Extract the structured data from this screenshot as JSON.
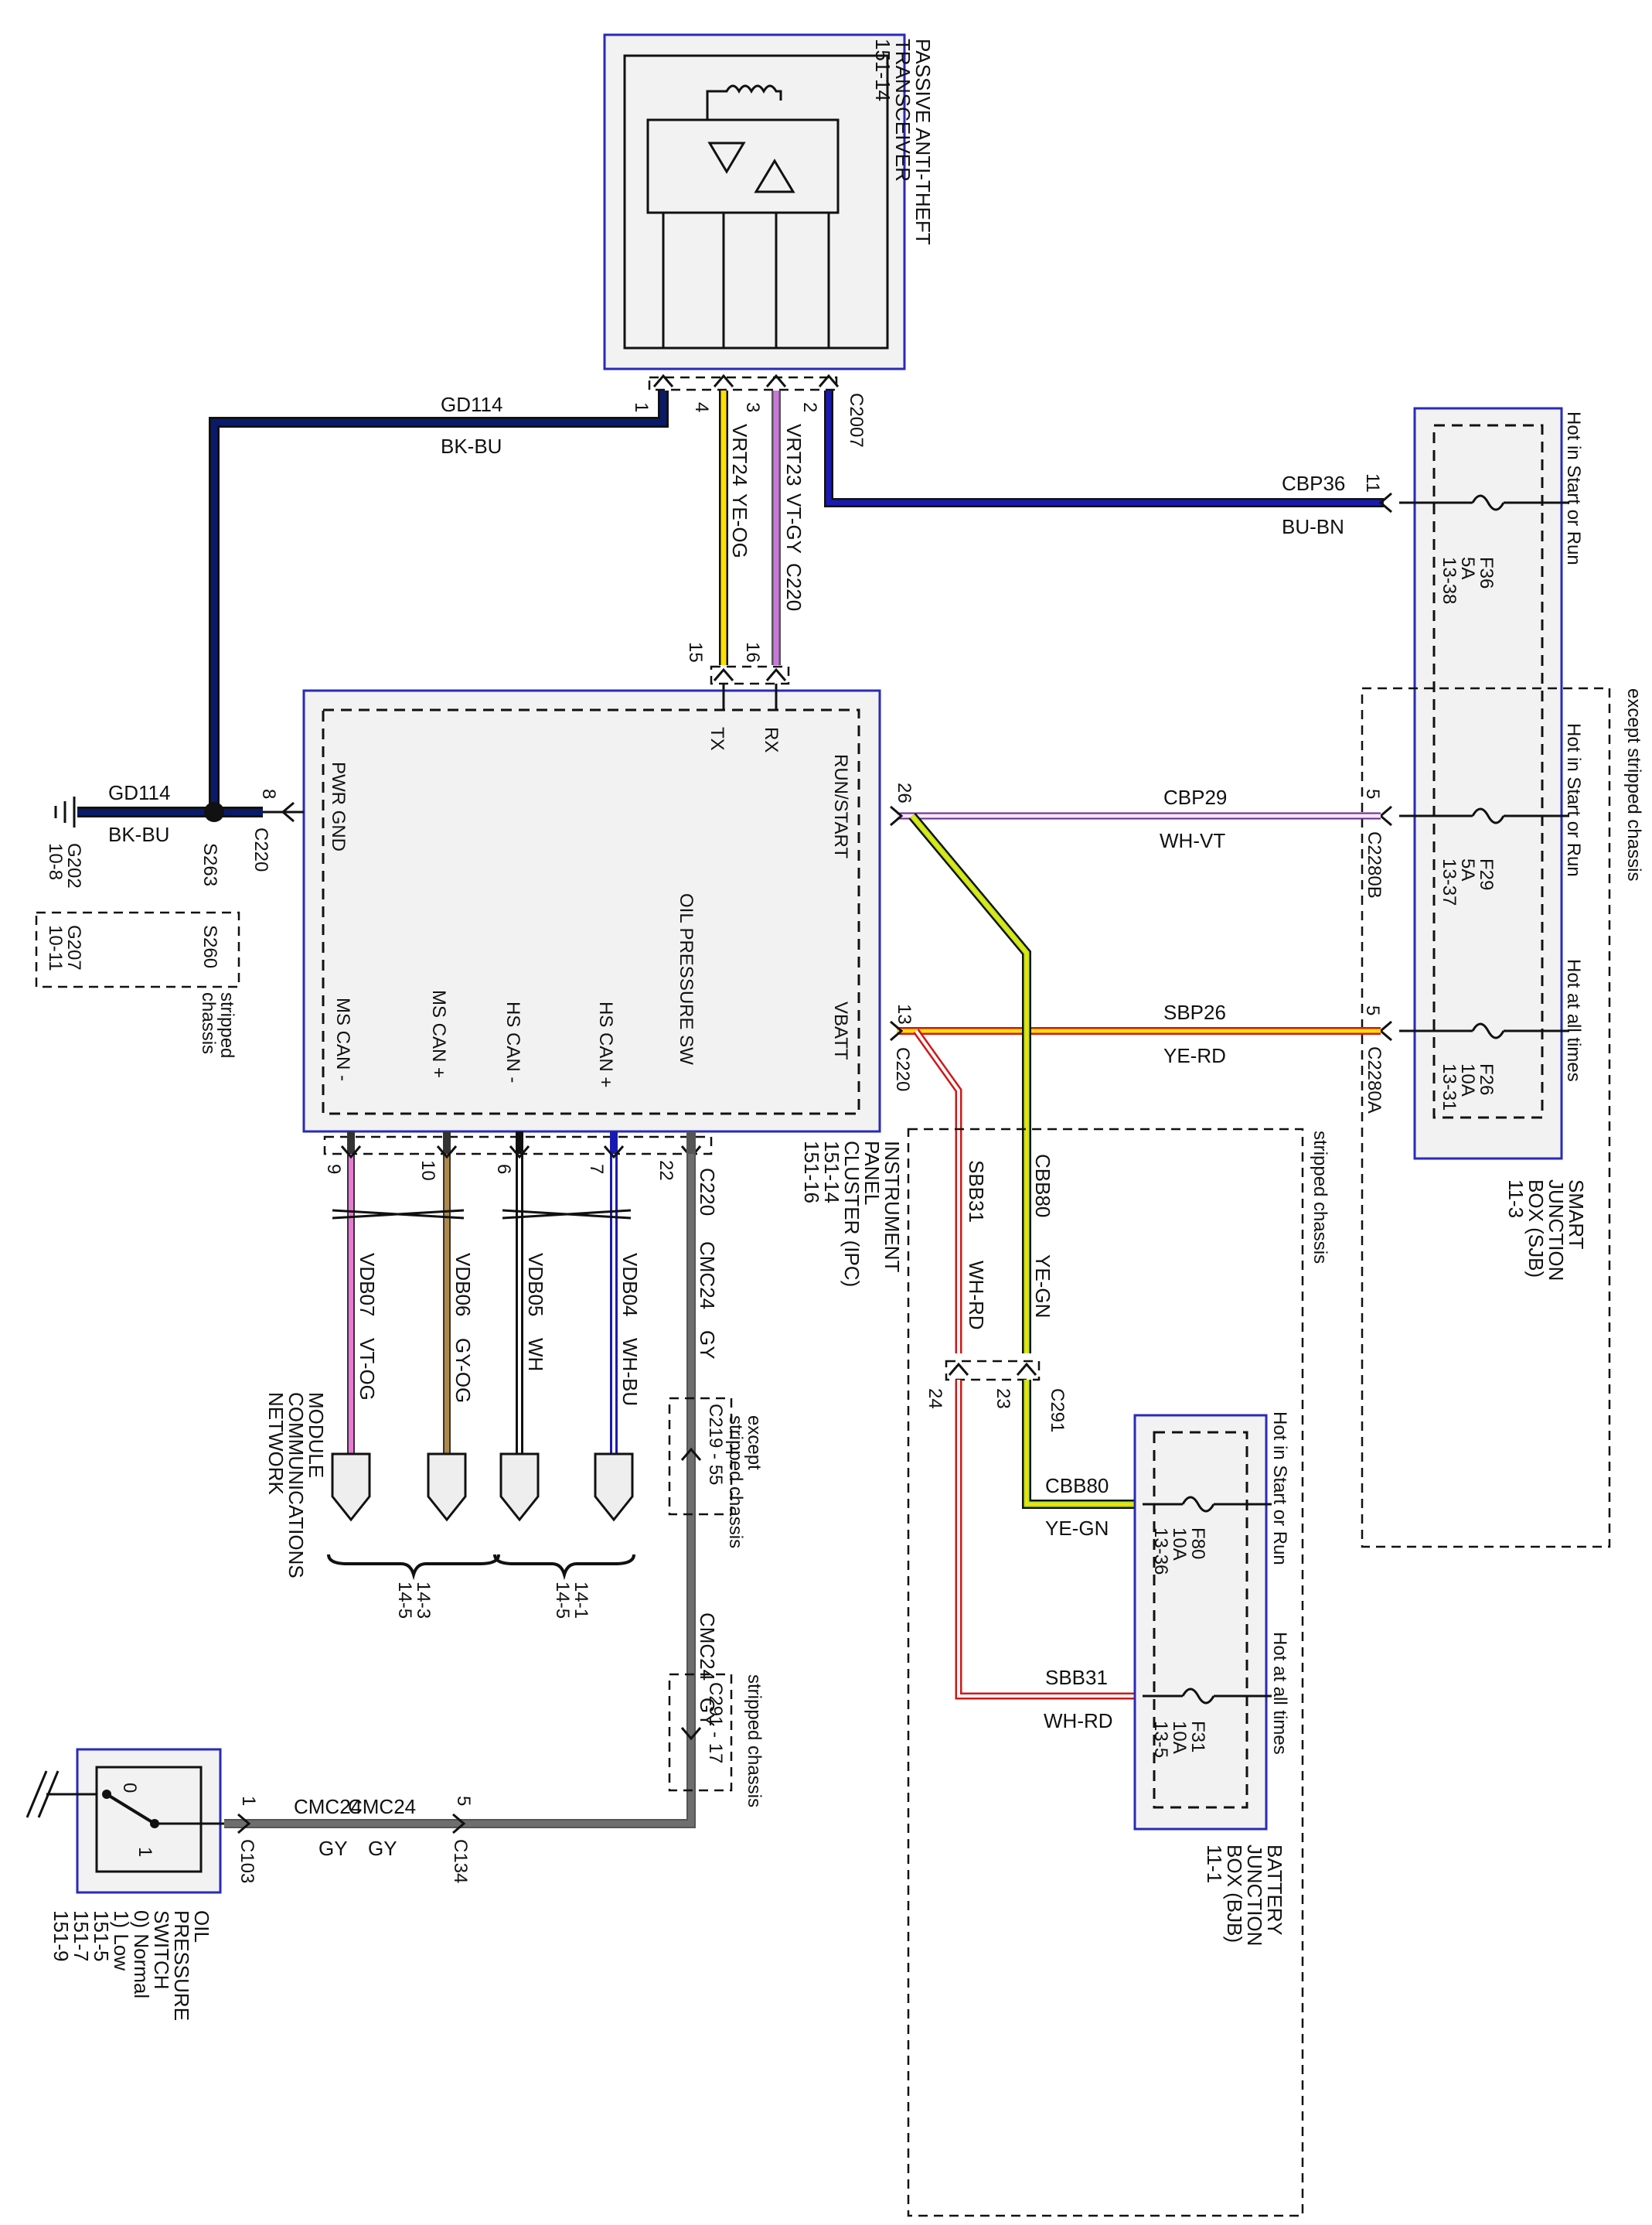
{
  "patt": {
    "name": "PASSIVE ANTI-THEFT",
    "name2": "TRANSCEIVER",
    "ref": "151-14",
    "connector": "C2007",
    "pins": [
      "1",
      "4",
      "3",
      "2"
    ]
  },
  "ipc": {
    "name": "INSTRUMENT",
    "name2": "PANEL",
    "name3": "CLUSTER (IPC)",
    "ref1": "151-14",
    "ref2": "151-16",
    "signals": {
      "tx": "TX",
      "rx": "RX",
      "pwr_gnd": "PWR GND",
      "run_start": "RUN/START",
      "vbatt": "VBATT",
      "oil": "OIL PRESSURE SW",
      "ms_can_minus": "MS CAN -",
      "ms_can_plus": "MS CAN +",
      "hs_can_minus": "HS CAN -",
      "hs_can_plus": "HS CAN +"
    },
    "connector": "C220",
    "pins": {
      "tx": "15",
      "rx": "16",
      "pwr_gnd": "8",
      "run_start": "26",
      "vbatt": "13",
      "ms_minus": "9",
      "ms_plus": "10",
      "hs_minus": "6",
      "hs_plus": "7",
      "oil": "22"
    }
  },
  "wires": {
    "gd114_label": "GD114",
    "gd114_color": "BK-BU",
    "vrt24": "VRT24",
    "vrt24_color": "YE-OG",
    "vrt23": "VRT23",
    "vrt23_color": "VT-GY",
    "cbp36": "CBP36",
    "cbp36_color": "BU-BN",
    "cbp29": "CBP29",
    "cbp29_color": "WH-VT",
    "sbp26": "SBP26",
    "sbp26_color": "YE-RD",
    "cbb80": "CBB80",
    "cbb80_color": "YE-GN",
    "sbb31": "SBB31",
    "sbb31_color": "WH-RD",
    "vdb07": "VDB07",
    "vdb07_color": "VT-OG",
    "vdb06": "VDB06",
    "vdb06_color": "GY-OG",
    "vdb05": "VDB05",
    "vdb05_color": "WH",
    "vdb04": "VDB04",
    "vdb04_color": "WH-BU",
    "cmc24": "CMC24",
    "cmc24_color": "GY"
  },
  "ground": {
    "g202": "G202",
    "g202_ref": "10-8",
    "s263": "S263",
    "c220": "C220",
    "g207": "G207",
    "g207_ref": "10-11",
    "s260": "S260",
    "stripped1": "stripped",
    "stripped2": "chassis"
  },
  "sjb": {
    "name": "SMART",
    "name2": "JUNCTION",
    "name3": "BOX (SJB)",
    "ref": "11-3",
    "hot1": "Hot in Start or Run",
    "hot2": "Hot in Start or Run",
    "hot3": "Hot at all times",
    "f36": "F36",
    "f36_amp": "5A",
    "f36_ref": "13-38",
    "pin11": "11",
    "f29": "F29",
    "f29_amp": "5A",
    "f29_ref": "13-37",
    "pin5a": "5",
    "c2280b": "C2280B",
    "f26": "F26",
    "f26_amp": "10A",
    "f26_ref": "13-31",
    "pin5b": "5",
    "c2280a": "C2280A"
  },
  "bjb": {
    "name": "BATTERY",
    "name2": "JUNCTION",
    "name3": "BOX (BJB)",
    "ref": "11-1",
    "hot1": "Hot in Start or Run",
    "hot2": "Hot at all times",
    "f80": "F80",
    "f80_amp": "10A",
    "f80_ref": "13-36",
    "f31": "F31",
    "f31_amp": "10A",
    "f31_ref": "13-5"
  },
  "c291": {
    "label": "C291",
    "pin23": "23",
    "pin24": "24"
  },
  "regions": {
    "except_stripped": "except stripped chassis",
    "stripped": "stripped chassis",
    "c219_label": "C219 - 55",
    "c219_note1": "except",
    "c219_note2": "stripped chassis",
    "c291_label": "C291 - 17",
    "c291_note": "stripped chassis"
  },
  "network": {
    "name": "MODULE",
    "name2": "COMMUNICATIONS",
    "name3": "NETWORK",
    "ref_ms1": "14-3",
    "ref_ms2": "14-5",
    "ref_hs1": "14-1",
    "ref_hs2": "14-5"
  },
  "oil_switch": {
    "name": "OIL",
    "name2": "PRESSURE",
    "name3": "SWITCH",
    "state0": "0) Normal",
    "state1": "1) Low",
    "ref1": "151-5",
    "ref2": "151-7",
    "ref3": "151-9",
    "pos0": "0",
    "pos1": "1",
    "c103": "C103",
    "c103_pin": "1",
    "c134": "C134",
    "c134_pin": "5"
  },
  "colors": {
    "box_border": "#2a2ab8",
    "box_fill": "#f2f2f2",
    "bk_bu": "#0a1a6b",
    "yellow": "#ffe000",
    "violet": "#c978d8",
    "blue": "#1a1ab0",
    "gray": "#6e6e6e",
    "pink": "#e87ad4",
    "tan": "#b08848",
    "red": "#d01818"
  }
}
